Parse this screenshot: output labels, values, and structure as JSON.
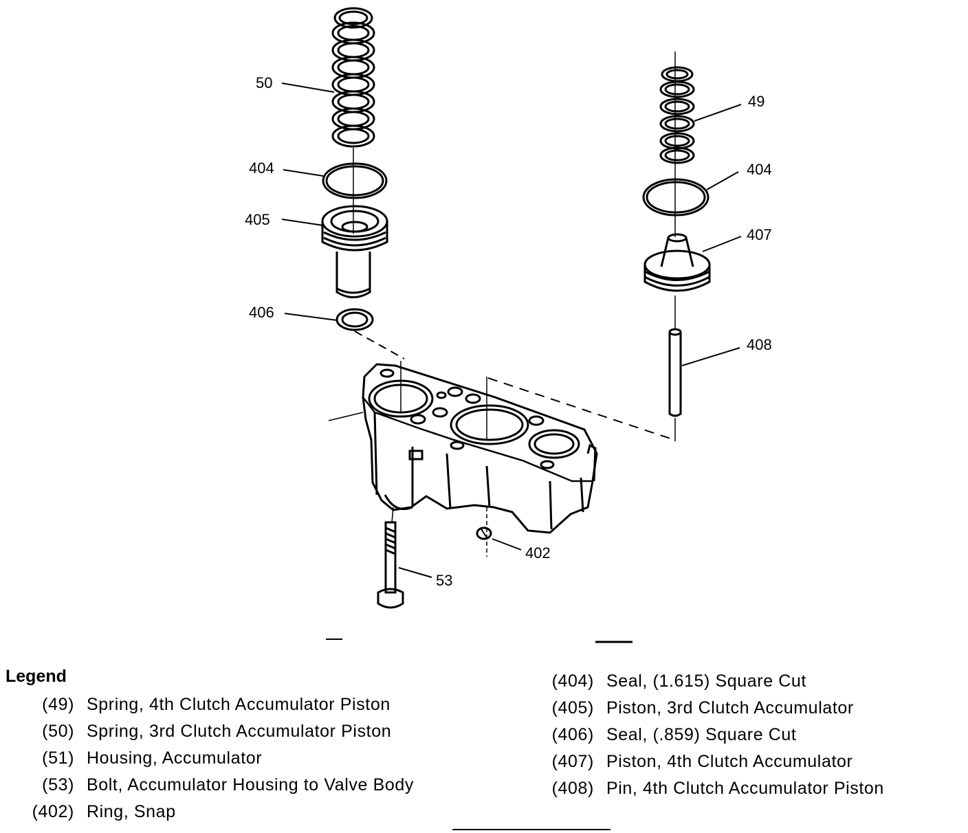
{
  "callouts": {
    "c50": "50",
    "c404_left": "404",
    "c405": "405",
    "c406": "406",
    "c49": "49",
    "c404_right": "404",
    "c407": "407",
    "c408": "408",
    "c402": "402",
    "c53": "53"
  },
  "legend": {
    "title": "Legend",
    "left": [
      {
        "num": "(49)",
        "text": "Spring, 4th Clutch Accumulator Piston"
      },
      {
        "num": "(50)",
        "text": "Spring, 3rd Clutch Accumulator Piston"
      },
      {
        "num": "(51)",
        "text": "Housing, Accumulator"
      },
      {
        "num": "(53)",
        "text": "Bolt, Accumulator Housing to Valve Body"
      },
      {
        "num": "(402)",
        "text": "Ring, Snap"
      }
    ],
    "right": [
      {
        "num": "(404)",
        "text": "Seal, (1.615) Square Cut"
      },
      {
        "num": "(405)",
        "text": "Piston, 3rd Clutch Accumulator"
      },
      {
        "num": "(406)",
        "text": "Seal, (.859) Square Cut"
      },
      {
        "num": "(407)",
        "text": "Piston, 4th Clutch Accumulator"
      },
      {
        "num": "(408)",
        "text": "Pin, 4th Clutch Accumulator Piston"
      }
    ]
  }
}
